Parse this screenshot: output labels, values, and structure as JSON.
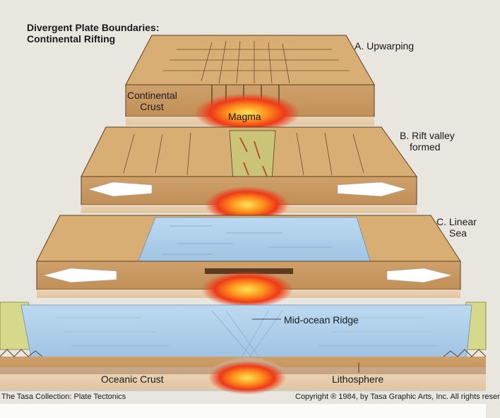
{
  "title": {
    "line1": "Divergent Plate Boundaries:",
    "line2": "Continental Rifting"
  },
  "stages": [
    {
      "label": "A. Upwarping"
    },
    {
      "label_line1": "B. Rift valley",
      "label_line2": "formed"
    },
    {
      "label_line1": "C. Linear",
      "label_line2": "Sea"
    }
  ],
  "labels": {
    "continental_crust_line1": "Continental",
    "continental_crust_line2": "Crust",
    "magma": "Magma",
    "mid_ocean_ridge": "Mid-ocean Ridge",
    "oceanic_crust": "Oceanic Crust",
    "lithosphere": "Lithosphere"
  },
  "footer": {
    "collection": "The Tasa Collection: Plate Tectonics",
    "copyright": "Copyright ® 1984, by Tasa Graphic Arts, Inc. All rights reser"
  },
  "colors": {
    "crust_top": "#d9b078",
    "crust_side": "#c99a62",
    "sea": "#a9cbe8",
    "magma_core": "#ffd23a",
    "magma_outer": "#e8261a",
    "land_green": "#d6d98a"
  }
}
